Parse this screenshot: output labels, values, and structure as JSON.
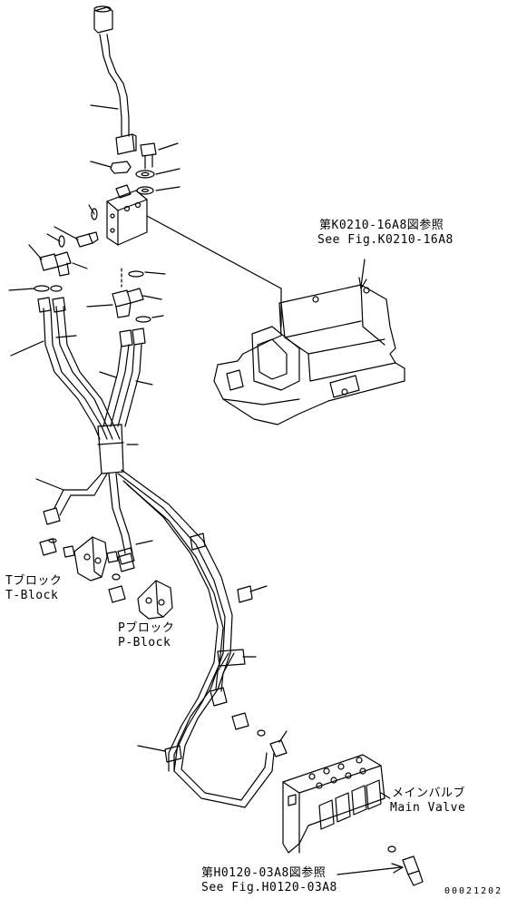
{
  "labels": {
    "ref_top_jp": "第K0210-16A8図参照",
    "ref_top_en": "See Fig.K0210-16A8",
    "tblock_jp": "Tブロック",
    "tblock_en": "T-Block",
    "pblock_jp": "Pブロック",
    "pblock_en": "P-Block",
    "mainvalve_jp": "メインバルブ",
    "mainvalve_en": "Main Valve",
    "ref_bottom_jp": "第H0120-03A8図参照",
    "ref_bottom_en": "See Fig.H0120-03A8",
    "drawing_number": "00021202"
  }
}
